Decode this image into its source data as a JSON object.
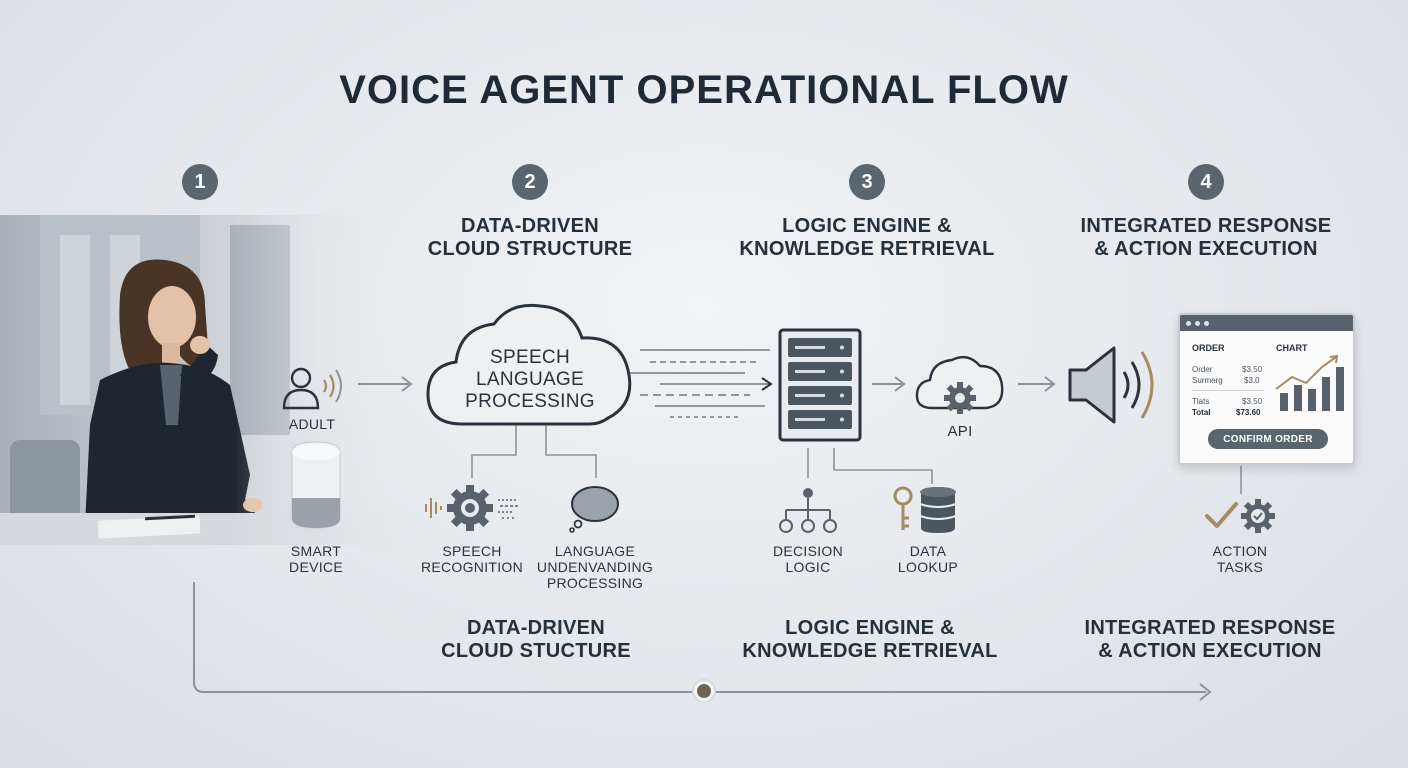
{
  "title": "VOICE AGENT OPERATIONAL FLOW",
  "steps": [
    {
      "number": "1"
    },
    {
      "number": "2",
      "heading_lines": [
        "DATA-DRIVEN",
        "CLOUD STRUCTURE"
      ]
    },
    {
      "number": "3",
      "heading_lines": [
        "LOGIC ENGINE &",
        "KNOWLEDGE RETRIEVAL"
      ]
    },
    {
      "number": "4",
      "heading_lines": [
        "INTEGRATED RESPONSE",
        "& ACTION EXECUTION"
      ]
    }
  ],
  "nodes": {
    "adult": "ADULT",
    "smart_device": [
      "SMART",
      "DEVICE"
    ],
    "cloud": [
      "SPEECH",
      "LANGUAGE",
      "PROCESSING"
    ],
    "speech_recognition": [
      "SPEECH",
      "RECOGNITION"
    ],
    "language_processing": [
      "LANGUAGE",
      "UNDENVANDING",
      "PROCESSING"
    ],
    "api": "API",
    "decision_logic": [
      "DECISION",
      "LOGIC"
    ],
    "data_lookup": [
      "DATA",
      "LOOKUP"
    ],
    "action_tasks": [
      "ACTION",
      "TASKS"
    ]
  },
  "order_card": {
    "order_heading": "ORDER",
    "chart_heading": "CHART",
    "rows": [
      {
        "label": "Order",
        "value": "$3.50"
      },
      {
        "label": "Surmerg",
        "value": "$3.0"
      },
      {
        "label": "Tlats",
        "value": "$3.50"
      },
      {
        "label": "Total",
        "value": "$73.60"
      }
    ],
    "button": "CONFIRM ORDER"
  },
  "bottom_labels": [
    [
      "DATA-DRIVEN",
      "CLOUD STUCTURE"
    ],
    [
      "LOGIC ENGINE &",
      "KNOWLEDGE RETRIEVAL"
    ],
    [
      "INTEGRATED RESPONSE",
      "& ACTION EXECUTION"
    ]
  ],
  "colors": {
    "dark": "#1f2a36",
    "badge": "#5b6570",
    "line": "#8a939c",
    "accent_gold": "#a38c62"
  }
}
